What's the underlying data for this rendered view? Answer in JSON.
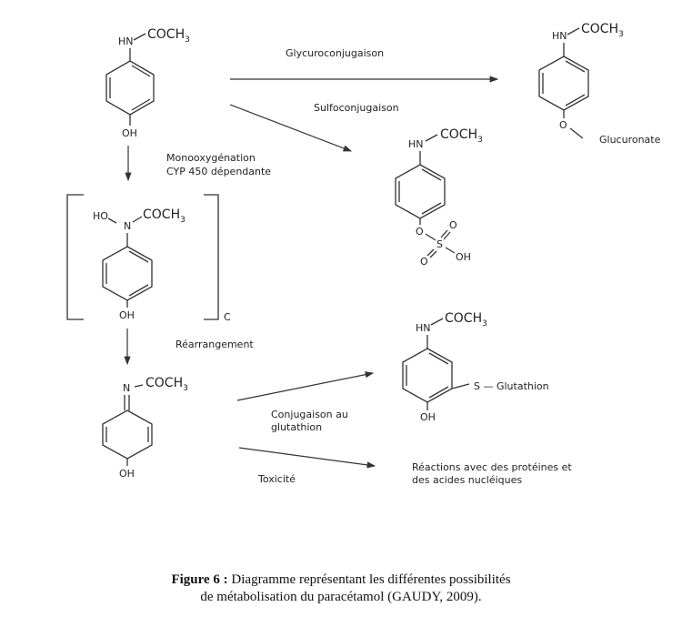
{
  "molecules": {
    "paracetamol": {
      "substituent_top": "HN",
      "group": "COCH",
      "group_sub": "3",
      "substituent_bottom": "OH"
    },
    "glucuronide": {
      "substituent_top": "HN",
      "group": "COCH",
      "group_sub": "3",
      "substituent_bottom": "O",
      "tail_label": "Glucuronate"
    },
    "sulfate": {
      "substituent_top": "HN",
      "group": "COCH",
      "group_sub": "3",
      "o_link": "O",
      "s": "S",
      "o1": "O",
      "o2": "O",
      "oh": "OH"
    },
    "n_hydroxy": {
      "ho": "HO",
      "n": "N",
      "group": "COCH",
      "group_sub": "3",
      "substituent_bottom": "OH",
      "bracket_label": "C"
    },
    "napqi": {
      "n": "N",
      "group": "COCH",
      "group_sub": "3",
      "substituent_bottom": "OH"
    },
    "glutathione_conjugate": {
      "substituent_top": "HN",
      "group": "COCH",
      "group_sub": "3",
      "substituent_bottom": "OH",
      "side": "S — Glutathion"
    }
  },
  "reactions": {
    "glucuro": "Glycuroconjugaison",
    "sulfo": "Sulfoconjugaison",
    "monooxy_line1": "Monooxygénation",
    "monooxy_line2": "CYP 450 dépendante",
    "rearr": "Réarrangement",
    "gsh_line1": "Conjugaison au",
    "gsh_line2": "glutathion",
    "tox": "Toxicité",
    "tox_result_line1": "Réactions avec des protéines et",
    "tox_result_line2": "des acides nucléiques"
  },
  "caption": {
    "label": "Figure 6 :",
    "line1": "Diagramme représentant les différentes possibilités",
    "line2": "de métabolisation du paracétamol (GAUDY, 2009)."
  }
}
